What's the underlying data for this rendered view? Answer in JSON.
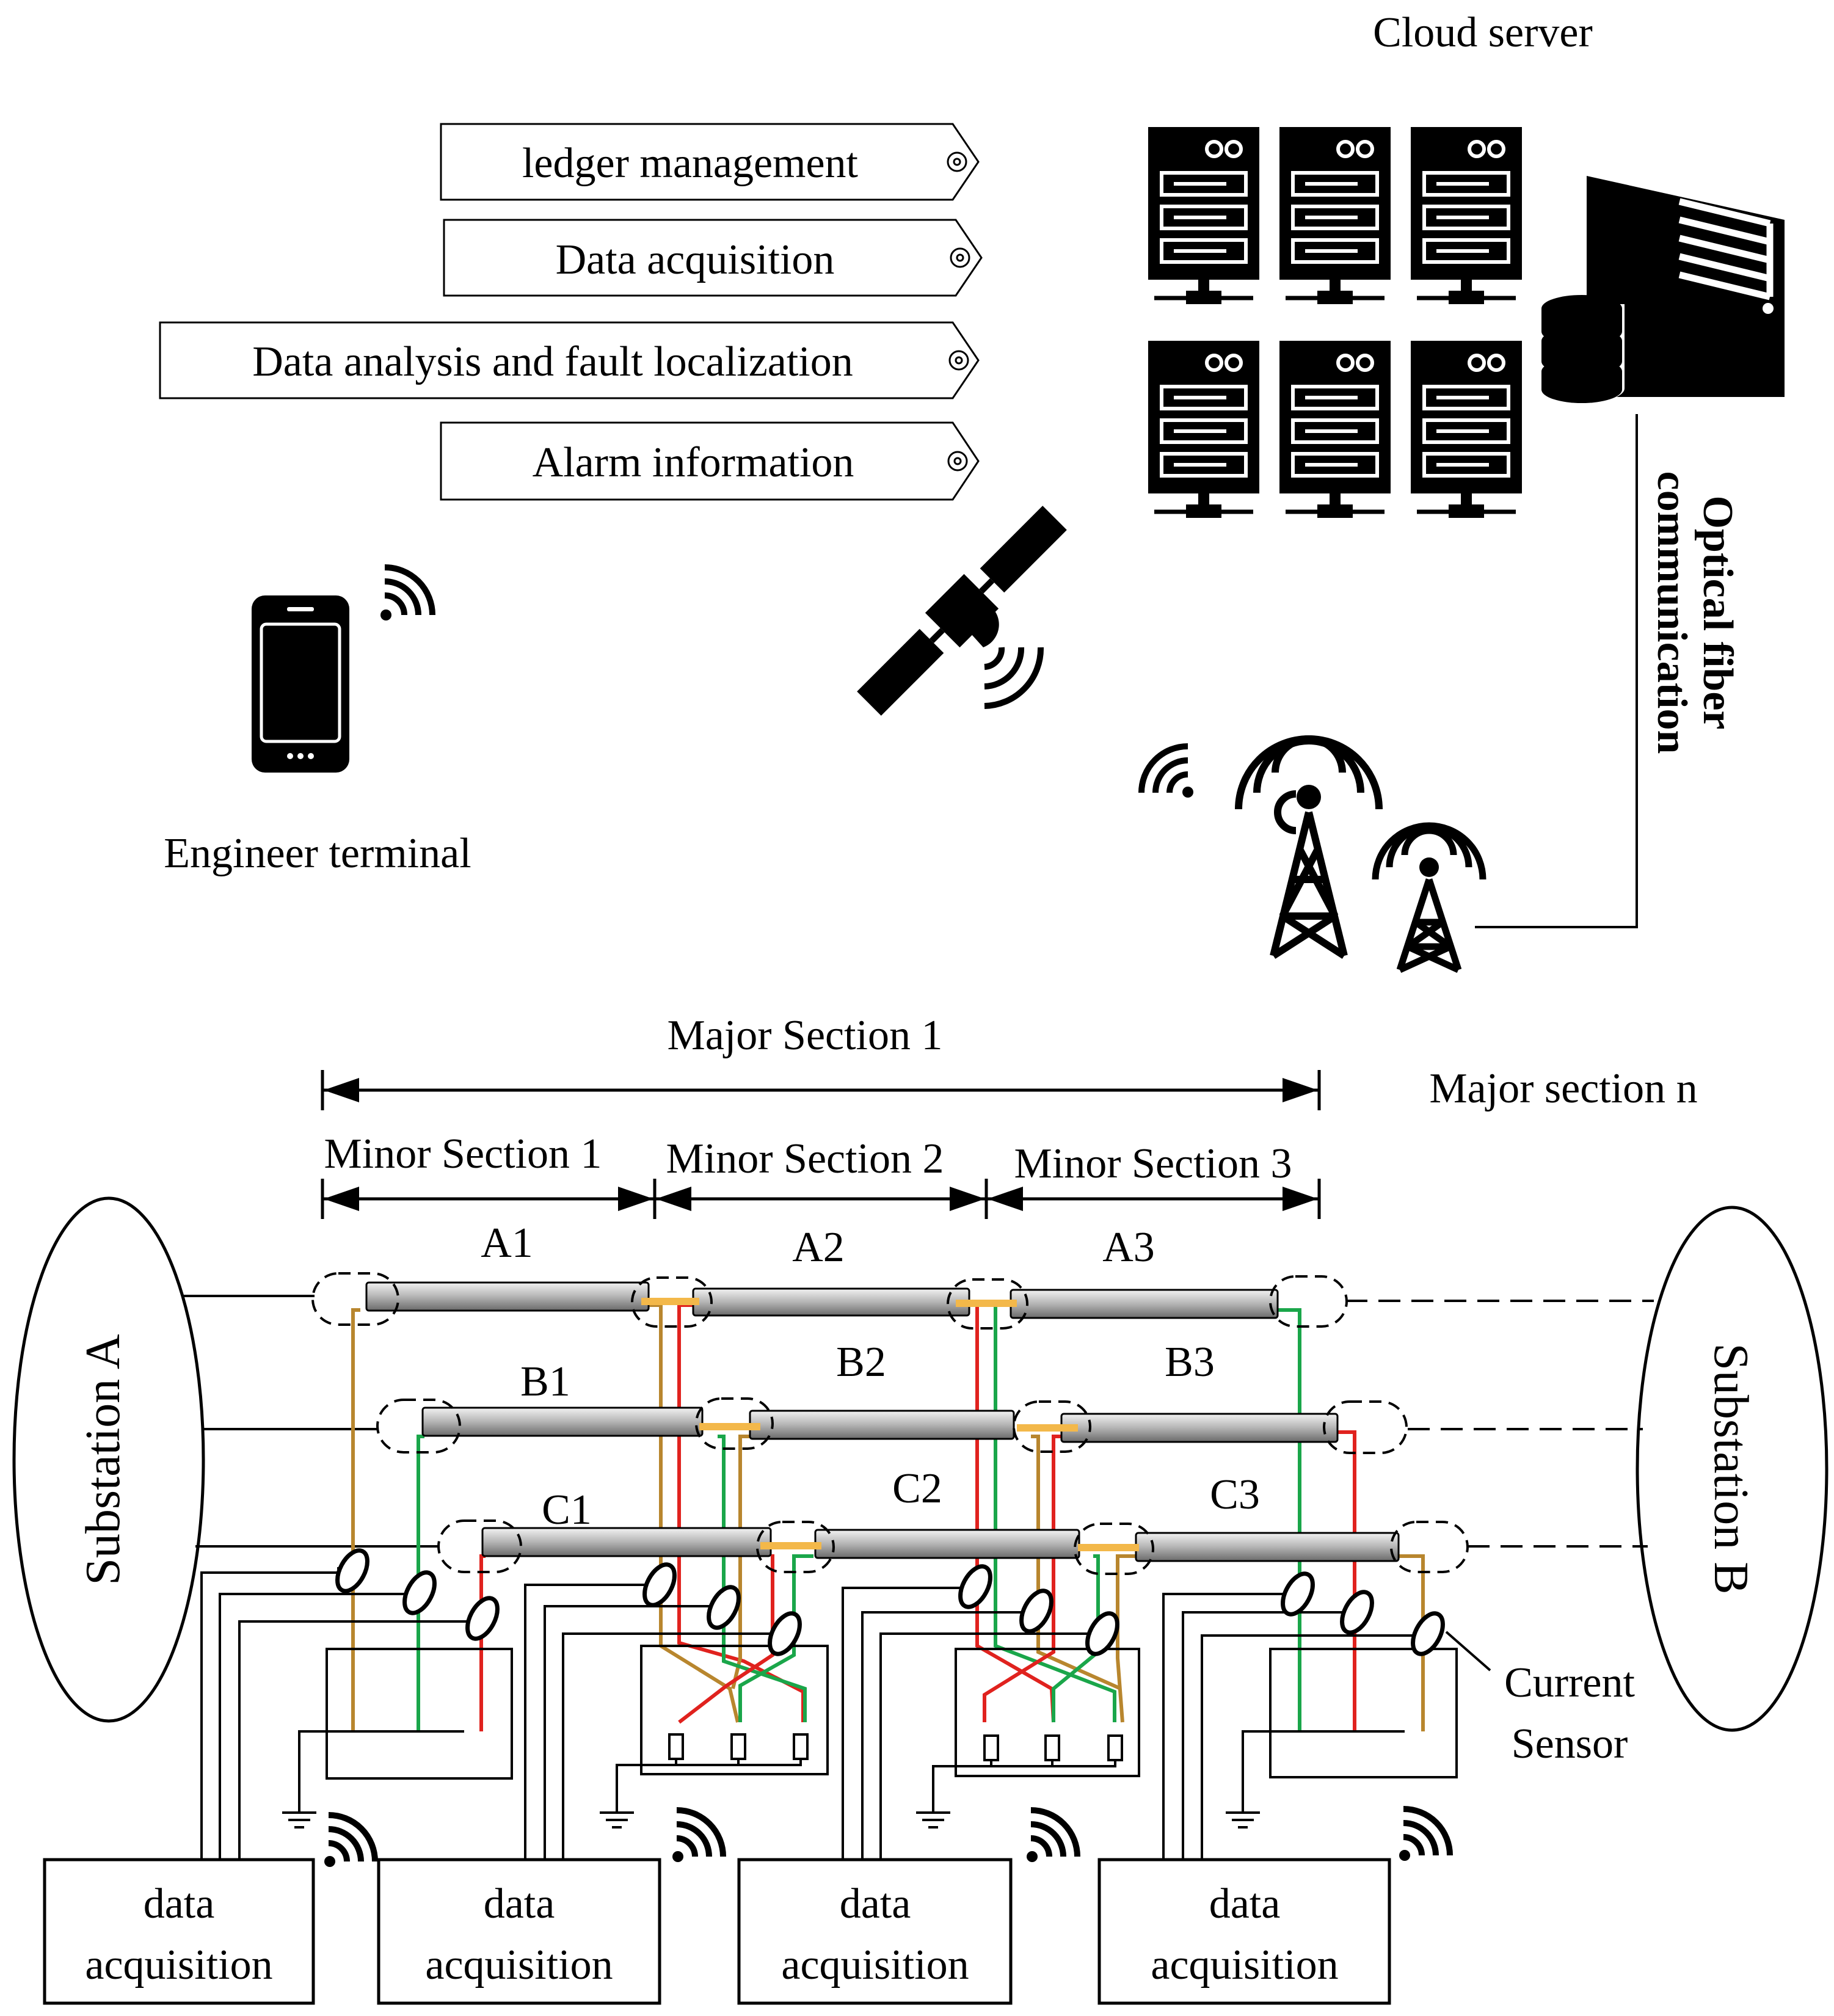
{
  "cloud": {
    "title": "Cloud server"
  },
  "functions": [
    {
      "label": "ledger management"
    },
    {
      "label": "Data acquisition"
    },
    {
      "label": "Data analysis and fault localization"
    },
    {
      "label": "Alarm information"
    }
  ],
  "terminal": {
    "label": "Engineer terminal"
  },
  "fiber": {
    "line1": "Optical fiber",
    "line2": "communication"
  },
  "sections": {
    "major": "Major Section 1",
    "major_n": "Major section n",
    "minor": [
      "Minor Section 1",
      "Minor Section 2",
      "Minor Section 3"
    ]
  },
  "cables": {
    "row_a": [
      "A1",
      "A2",
      "A3"
    ],
    "row_b": [
      "B1",
      "B2",
      "B3"
    ],
    "row_c": [
      "C1",
      "C2",
      "C3"
    ]
  },
  "substations": {
    "a": "Substation A",
    "b": "Substation B"
  },
  "sensor": {
    "line1": "Current",
    "line2": "Sensor"
  },
  "acquisition_units": [
    {
      "line1": "data",
      "line2": "acquisition"
    },
    {
      "line1": "data",
      "line2": "acquisition"
    },
    {
      "line1": "data",
      "line2": "acquisition"
    },
    {
      "line1": "data",
      "line2": "acquisition"
    }
  ],
  "colors": {
    "phase_brown": "#b8862e",
    "phase_green": "#1aa64a",
    "phase_red": "#e0221e",
    "bond_orange": "#f3b84a",
    "cable_grey": "#bdbdbd"
  }
}
